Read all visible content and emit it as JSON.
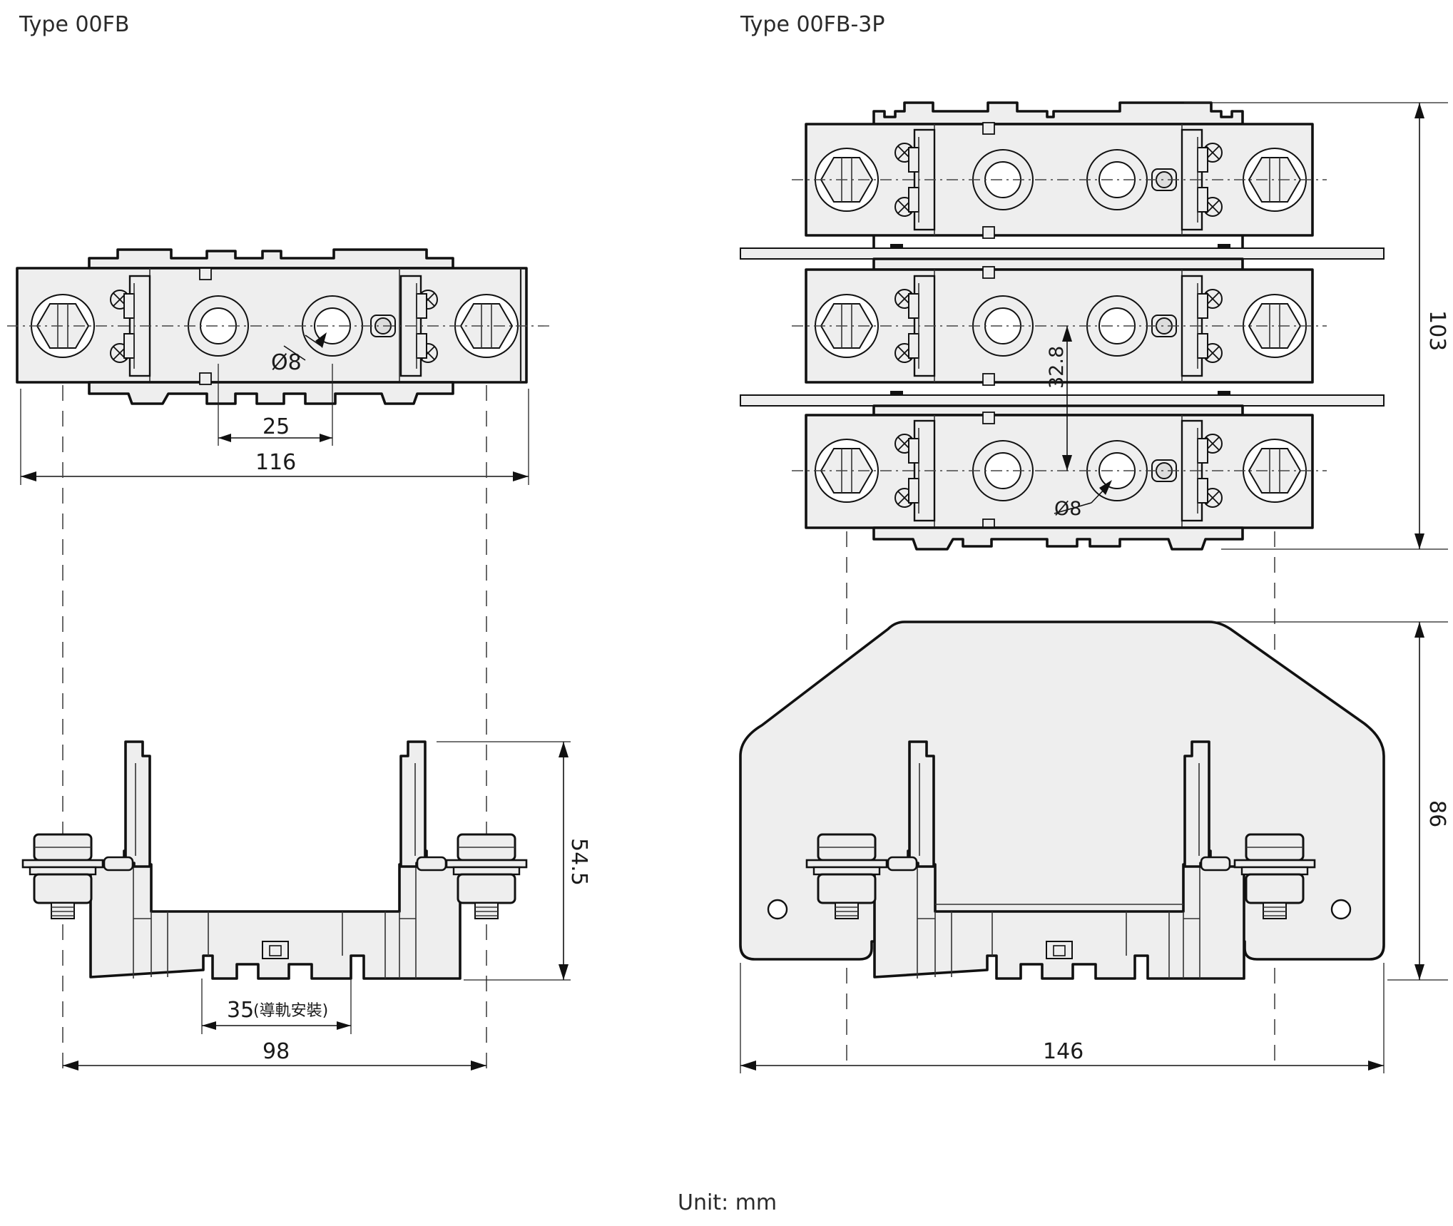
{
  "titles": {
    "left": "Type 00FB",
    "right": "Type 00FB-3P"
  },
  "footer": {
    "unit_label": "Unit: mm"
  },
  "left_view": {
    "dims": {
      "hole_dia": "Ø8",
      "pitch": "25",
      "overall_width": "116",
      "height": "54.5",
      "rail_label": "35",
      "rail_note": "(導軌安裝)",
      "base_width": "98"
    }
  },
  "right_view": {
    "dims": {
      "overall_height": "103",
      "pole_pitch": "32.8",
      "hole_dia": "Ø8",
      "side_height": "86",
      "overall_width": "146"
    }
  }
}
